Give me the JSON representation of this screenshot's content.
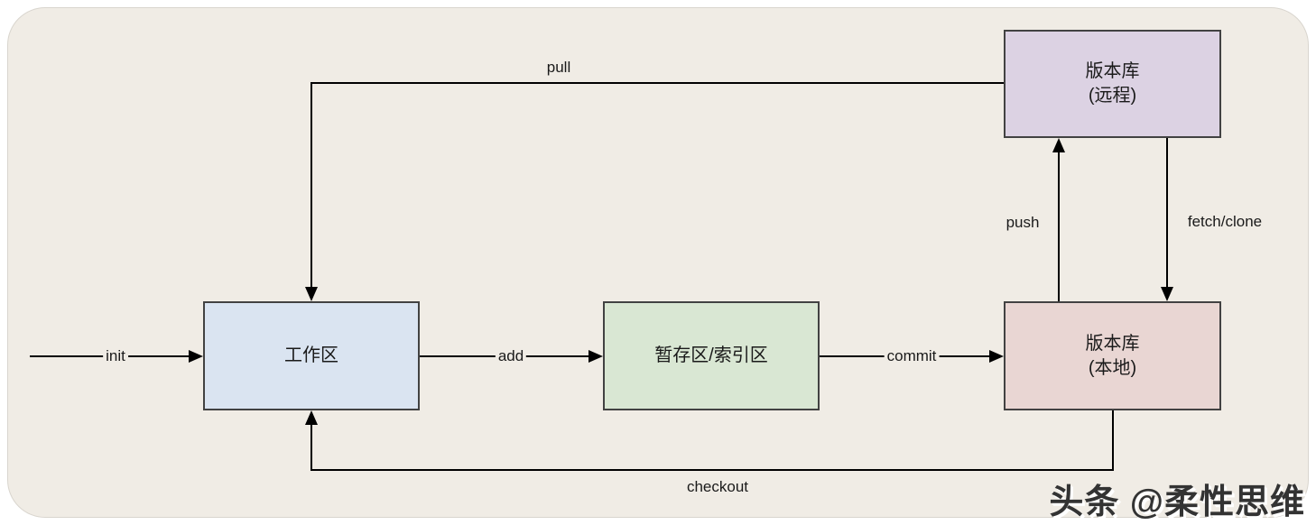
{
  "colors": {
    "page_bg": "#ffffff",
    "canvas_bg": "#f0ece5",
    "canvas_border": "#d9d5ce",
    "node_border": "#424242",
    "line": "#000000",
    "text": "#1a1a1a",
    "working_fill": "#dae4f1",
    "staging_fill": "#d9e7d3",
    "local_fill": "#e9d6d3",
    "remote_fill": "#dcd2e3",
    "watermark_color": "#333333"
  },
  "nodes": {
    "working": {
      "label": "工作区"
    },
    "staging": {
      "label": "暂存区/索引区"
    },
    "local": {
      "line1": "版本库",
      "line2": "(本地)"
    },
    "remote": {
      "line1": "版本库",
      "line2": "(远程)"
    }
  },
  "edges": {
    "init": {
      "label": "init"
    },
    "add": {
      "label": "add"
    },
    "commit": {
      "label": "commit"
    },
    "push": {
      "label": "push"
    },
    "fetch_clone": {
      "label": "fetch/clone"
    },
    "pull": {
      "label": "pull"
    },
    "checkout": {
      "label": "checkout"
    }
  },
  "watermark": {
    "text": "头条 @柔性思维"
  }
}
